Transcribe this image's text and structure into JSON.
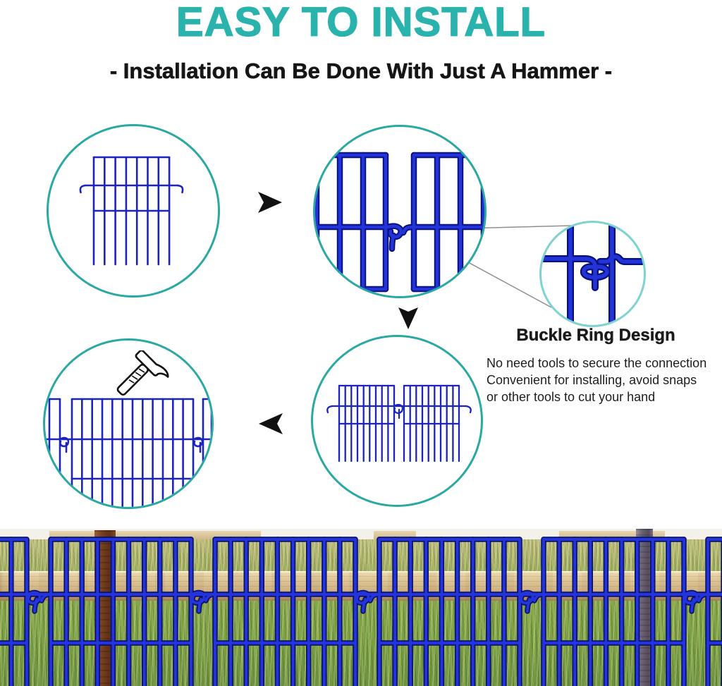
{
  "header": {
    "title": "EASY TO INSTALL",
    "subtitle": "- Installation Can Be Done With Just A Hammer -"
  },
  "callout": {
    "heading": "Buckle Ring Design",
    "lines": [
      "No need tools to secure the connection",
      "Convenient for installing, avoid snaps",
      "or other tools to cut your hand"
    ]
  },
  "steps": [
    {
      "id": 1,
      "alt": "single fence panel with buckle hooks"
    },
    {
      "id": 2,
      "alt": "zoomed view of two panels joined by buckle ring"
    },
    {
      "id": 3,
      "alt": "hammering connected panels into ground"
    },
    {
      "id": 4,
      "alt": "two panels connected side by side"
    }
  ],
  "icons": {
    "hammer": "hammer-icon",
    "arrow_right": "arrow-right-icon",
    "arrow_down": "arrow-down-icon",
    "arrow_left": "arrow-left-icon"
  },
  "colors": {
    "title_teal": "#2ab3ac",
    "circle_teal": "#2aa8a2",
    "detail_circle_teal": "#7fd2d0",
    "wire_blue_thin": "#1d24bb",
    "wire_blue_thick": "#2233d8",
    "wire_navy": "#0a107a",
    "photo_fence_blue": "#2334dd",
    "photo_fence_navy": "#0a1268",
    "arrow_black": "#111111",
    "callout_line_gray": "#8f8f8f"
  }
}
